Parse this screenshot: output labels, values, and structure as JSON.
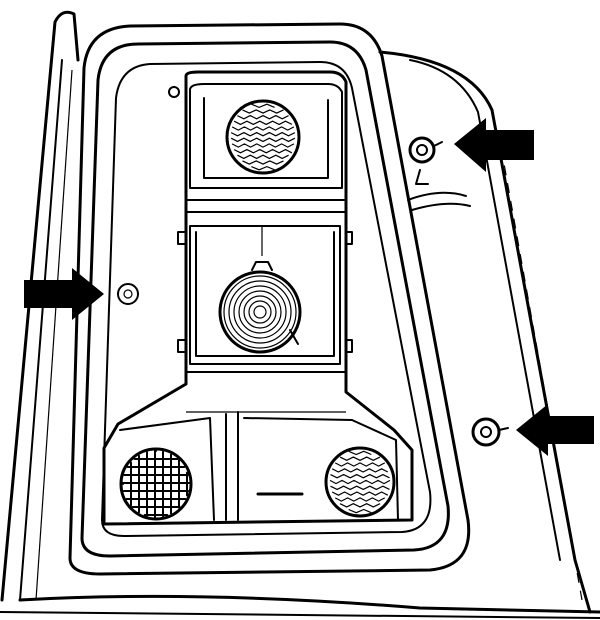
{
  "diagram": {
    "parts": [
      {
        "name": "tail-light-housing",
        "kind": "outline"
      },
      {
        "name": "upper-lamp-socket",
        "kind": "bulb-swirl"
      },
      {
        "name": "center-lamp-socket",
        "kind": "bulb-concentric"
      },
      {
        "name": "lower-left-lamp-socket",
        "kind": "bulb-grid"
      },
      {
        "name": "lower-right-lamp-socket",
        "kind": "bulb-swirl"
      },
      {
        "name": "mounting-nut-upper-right",
        "kind": "fastener"
      },
      {
        "name": "mounting-nut-left",
        "kind": "fastener"
      },
      {
        "name": "mounting-nut-lower-right",
        "kind": "fastener"
      }
    ],
    "arrows": [
      {
        "name": "arrow-upper-right",
        "points_to": "mounting-nut-upper-right",
        "direction": "left"
      },
      {
        "name": "arrow-left",
        "points_to": "mounting-nut-left",
        "direction": "right"
      },
      {
        "name": "arrow-lower-right",
        "points_to": "mounting-nut-lower-right",
        "direction": "left"
      }
    ],
    "colors": {
      "ink": "#000000",
      "paper": "#ffffff"
    }
  }
}
